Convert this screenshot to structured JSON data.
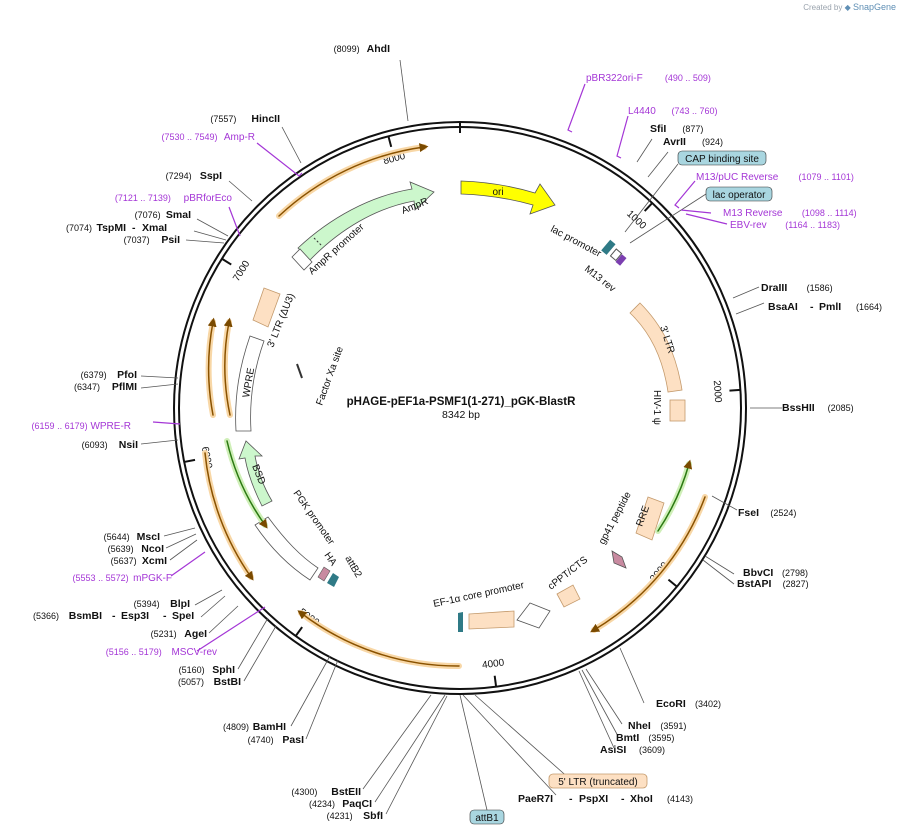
{
  "credit": {
    "prefix": "Created by",
    "brand": "SnapGene"
  },
  "plasmid": {
    "name": "pHAGE-pEF1a-PSMF1(1-271)_pGK-BlastR",
    "size_label": "8342 bp",
    "length": 8342
  },
  "colors": {
    "primer": "#a436d6",
    "feature_fill": "#fde0c3",
    "feature_stroke": "#c49a6c",
    "ori": "#ffff00",
    "ampr": "#ccf7cc",
    "orf_orange": "#e08a12",
    "orf_green": "#3a9a20",
    "box": "#a9d6e0"
  },
  "ticks": [
    {
      "label": "1000",
      "pos": 1000
    },
    {
      "label": "2000",
      "pos": 2000
    },
    {
      "label": "3000",
      "pos": 3000
    },
    {
      "label": "4000",
      "pos": 4000
    },
    {
      "label": "5000",
      "pos": 5000
    },
    {
      "label": "6000",
      "pos": 6000
    },
    {
      "label": "7000",
      "pos": 7000
    },
    {
      "label": "8000",
      "pos": 8000
    }
  ],
  "features": [
    {
      "label": "ori",
      "boxed": true
    },
    {
      "label": "lac promoter"
    },
    {
      "label": "M13 rev"
    },
    {
      "label": "3' LTR"
    },
    {
      "label": "HIV-1 ψ"
    },
    {
      "label": "RRE"
    },
    {
      "label": "gp41 peptide"
    },
    {
      "label": "cPPT/CTS"
    },
    {
      "label": "EF-1α core promoter"
    },
    {
      "label": "attB2"
    },
    {
      "label": "HA"
    },
    {
      "label": "PGK promoter"
    },
    {
      "label": "BSD",
      "boxed": true
    },
    {
      "label": "WPRE"
    },
    {
      "label": "3' LTR (ΔU3)"
    },
    {
      "label": "AmpR promoter"
    },
    {
      "label": "AmpR"
    },
    {
      "label": "Factor Xa site"
    }
  ],
  "sites": [
    {
      "name": "AhdI",
      "pos": "(8099)"
    },
    {
      "name": "HincII",
      "pos": "(7557)"
    },
    {
      "name": "SspI",
      "pos": "(7294)"
    },
    {
      "name": "SmaI",
      "pos": "(7076)"
    },
    {
      "name": "TspMI",
      "extra": "XmaI",
      "pos": "(7074)"
    },
    {
      "name": "PsiI",
      "pos": "(7037)"
    },
    {
      "name": "PfoI",
      "pos": "(6379)"
    },
    {
      "name": "PflMI",
      "pos": "(6347)"
    },
    {
      "name": "NsiI",
      "pos": "(6093)"
    },
    {
      "name": "MscI",
      "pos": "(5644)"
    },
    {
      "name": "NcoI",
      "pos": "(5639)"
    },
    {
      "name": "XcmI",
      "pos": "(5637)"
    },
    {
      "name": "BlpI",
      "pos": "(5394)"
    },
    {
      "name": "BsmBI",
      "extra": "Esp3I",
      "extra2": "SpeI",
      "pos": "(5366)"
    },
    {
      "name": "AgeI",
      "pos": "(5231)"
    },
    {
      "name": "SphI",
      "pos": "(5160)"
    },
    {
      "name": "BstBI",
      "pos": "(5057)"
    },
    {
      "name": "BamHI",
      "pos": "(4809)"
    },
    {
      "name": "PasI",
      "pos": "(4740)"
    },
    {
      "name": "BstEII",
      "pos": "(4300)"
    },
    {
      "name": "PaqCI",
      "pos": "(4234)"
    },
    {
      "name": "SbfI",
      "pos": "(4231)"
    },
    {
      "name": "SfiI",
      "pos": "(877)"
    },
    {
      "name": "AvrII",
      "pos": "(924)"
    },
    {
      "name": "DraIII",
      "pos": "(1586)"
    },
    {
      "name": "BsaAI",
      "extra": "PmlI",
      "pos": "(1664)"
    },
    {
      "name": "BssHII",
      "pos": "(2085)"
    },
    {
      "name": "FseI",
      "pos": "(2524)"
    },
    {
      "name": "BbvCI",
      "pos": "(2798)"
    },
    {
      "name": "BstAPI",
      "pos": "(2827)"
    },
    {
      "name": "EcoRI",
      "pos": "(3402)"
    },
    {
      "name": "NheI",
      "pos": "(3591)"
    },
    {
      "name": "BmtI",
      "pos": "(3595)"
    },
    {
      "name": "AsiSI",
      "pos": "(3609)"
    },
    {
      "name": "PaeR7I",
      "extra": "PspXI",
      "extra2": "XhoI",
      "pos": "(4143)"
    }
  ],
  "primers": [
    {
      "name": "pBR322ori-F",
      "range": "(490 .. 509)"
    },
    {
      "name": "L4440",
      "range": "(743 .. 760)"
    },
    {
      "name": "M13/pUC Reverse",
      "range": "(1079 .. 1101)"
    },
    {
      "name": "M13 Reverse",
      "range": "(1098 .. 1114)"
    },
    {
      "name": "EBV-rev",
      "range": "(1164 .. 1183)"
    },
    {
      "name": "Amp-R",
      "range": "(7530 .. 7549)"
    },
    {
      "name": "pBRforEco",
      "range": "(7121 .. 7139)"
    },
    {
      "name": "WPRE-R",
      "range": "(6159 .. 6179)"
    },
    {
      "name": "mPGK-F",
      "range": "(5553 .. 5572)"
    },
    {
      "name": "MSCV-rev",
      "range": "(5156 .. 5179)"
    }
  ],
  "boxed_labels": [
    {
      "label": "CAP binding site"
    },
    {
      "label": "lac operator"
    },
    {
      "label": "5' LTR (truncated)"
    },
    {
      "label": "attB1"
    }
  ]
}
